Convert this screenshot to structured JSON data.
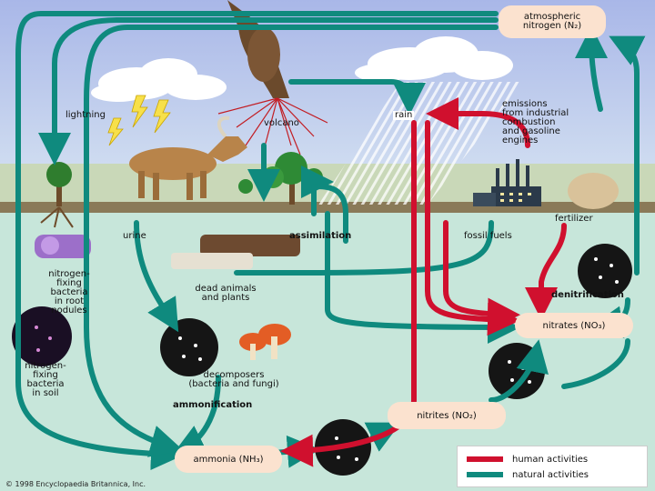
{
  "labels": {
    "atmospheric": "atmospheric\nnitrogen (N₂)",
    "lightning": "lightning",
    "volcano": "volcano",
    "rain": "rain",
    "emissions": "emissions\nfrom industrial\ncombustion\nand gasoline\nengines",
    "fertilizer": "fertilizer",
    "urine": "urine",
    "assimilation": "assimilation",
    "fossil_fuels": "fossil fuels",
    "nodules": "nitrogen-\nfixing\nbacteria\nin root\nnodules",
    "dead": "dead animals\nand plants",
    "denitrification": "denitrification",
    "nitrates": "nitrates (NO₃)",
    "soil_bacteria": "nitrogen-\nfixing\nbacteria\nin soil",
    "decomposers": "decomposers\n(bacteria and fungi)",
    "ammonification": "ammonification",
    "nitrites": "nitrites (NO₂)",
    "ammonia": "ammonia (NH₃)",
    "copyright": "© 1998 Encyclopaedia Britannica, Inc."
  },
  "legend": {
    "human": "human activities",
    "natural": "natural activities",
    "human_color": "#d0102e",
    "natural_color": "#0f8a7e"
  }
}
